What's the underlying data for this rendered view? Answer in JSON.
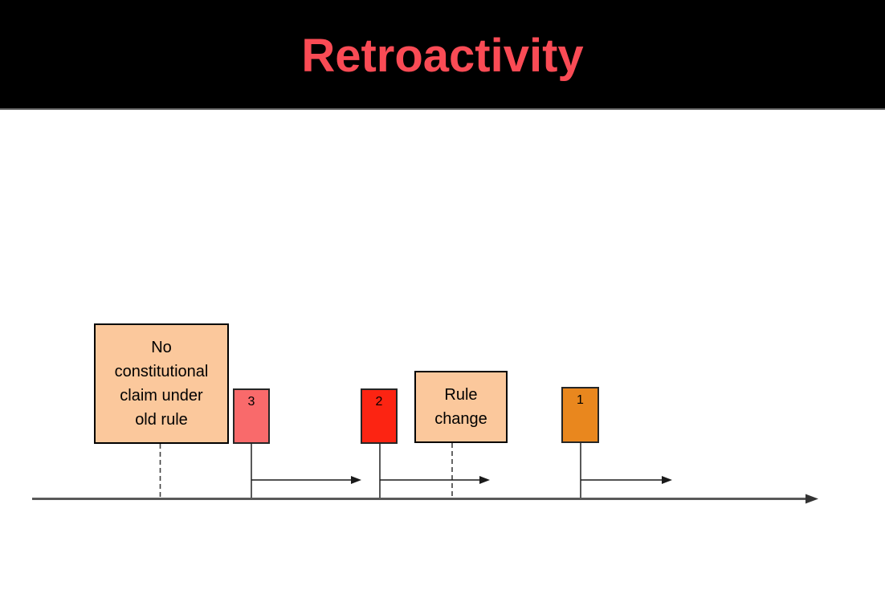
{
  "slide": {
    "title": "Retroactivity",
    "title_color": "#FA4B55",
    "header_bg": "#000000"
  },
  "diagram": {
    "annotation_boxes": [
      {
        "id": "no-claim",
        "text": "No constitutional claim under old rule",
        "lines": [
          "No",
          "constitutional",
          "claim under",
          "old rule"
        ],
        "fill": "#FBC89C"
      },
      {
        "id": "rule-change",
        "text": "Rule change",
        "lines": [
          "Rule",
          "change"
        ],
        "fill": "#FBC89C"
      }
    ],
    "events": [
      {
        "label": "3",
        "fill": "#F96A6B"
      },
      {
        "label": "2",
        "fill": "#FC2412"
      },
      {
        "label": "1",
        "fill": "#E9871E"
      }
    ],
    "colors": {
      "timeline": "#595959",
      "stems": "#595959",
      "arrows": "#1a1a1a",
      "dashed_connectors": "#404040"
    }
  }
}
